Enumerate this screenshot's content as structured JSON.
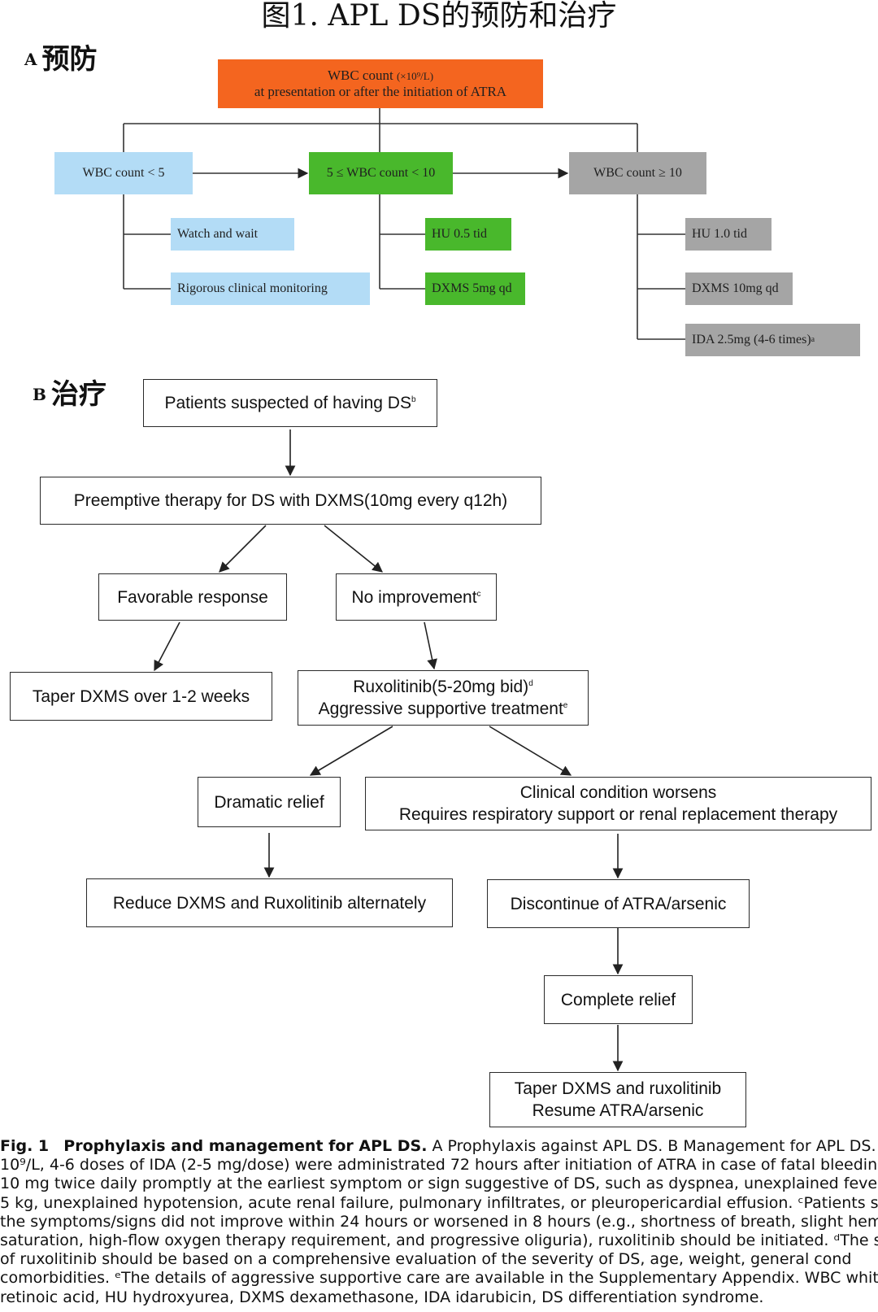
{
  "title": "图1. APL DS的预防和治疗",
  "section_a": {
    "letter": "A",
    "label": "预防"
  },
  "section_b": {
    "letter": "B",
    "label": "治疗"
  },
  "prophylaxis": {
    "top": {
      "line1": "WBC count",
      "line1_unit": "(×10⁹/L)",
      "line2": "at presentation or after the initiation of ATRA"
    },
    "col1": {
      "header": "WBC count < 5",
      "items": [
        "Watch and wait",
        "Rigorous clinical monitoring"
      ]
    },
    "col2": {
      "header": "5 ≤ WBC count < 10",
      "items": [
        "HU 0.5 tid",
        "DXMS 5mg qd"
      ]
    },
    "col3": {
      "header": "WBC count ≥ 10",
      "items": [
        "HU 1.0 tid",
        "DXMS 10mg qd",
        "IDA 2.5mg (4-6 times)"
      ],
      "ida_sup": "a"
    }
  },
  "management": {
    "suspected": {
      "text": "Patients suspected of having DS",
      "sup": "b"
    },
    "preemptive": "Preemptive therapy for DS with DXMS(10mg every q12h)",
    "favorable": "Favorable response",
    "no_improvement": {
      "text": "No improvement",
      "sup": "c"
    },
    "taper1": "Taper DXMS over 1-2 weeks",
    "ruxolitinib": {
      "line1": "Ruxolitinib(5-20mg bid)",
      "line1_sup": "d",
      "line2": "Aggressive supportive treatment",
      "line2_sup": "e"
    },
    "dramatic": "Dramatic relief",
    "worsens": {
      "line1": "Clinical condition worsens",
      "line2": "Requires respiratory support or renal replacement therapy"
    },
    "reduce": "Reduce DXMS and Ruxolitinib alternately",
    "discontinue": "Discontinue of ATRA/arsenic",
    "complete": "Complete relief",
    "final": {
      "line1": "Taper DXMS and ruxolitinib",
      "line2": "Resume ATRA/arsenic"
    }
  },
  "caption": {
    "fig_label": "Fig. 1",
    "fig_title": "Prophylaxis and management for APL DS.",
    "line1_rest": " A Prophylaxis against APL DS. B Management for APL DS. ᵃIf the",
    "lines": [
      "10⁹/L, 4-6 doses of IDA (2-5 mg/dose) were administrated 72 hours after initiation of ATRA in case of fatal bleeding",
      "10 mg twice daily promptly at the earliest symptom or sign suggestive of DS, such as dyspnea, unexplained fever,",
      "5 kg, unexplained hypotension, acute renal failure, pulmonary infiltrates, or pleuropericardial effusion. ᶜPatients shou",
      "the symptoms/signs did not improve within 24 hours or worsened in 8 hours (e.g., shortness of breath, slight hemop",
      "saturation, high-flow oxygen therapy requirement, and progressive oliguria), ruxolitinib should be initiated. ᵈThe s",
      "of ruxolitinib should be based on a comprehensive evaluation of the severity of DS, age, weight, general cond",
      "comorbidities. ᵉThe details of aggressive supportive care are available in the Supplementary Appendix. WBC white",
      "retinoic acid, HU hydroxyurea, DXMS dexamethasone, IDA idarubicin, DS differentiation syndrome."
    ]
  }
}
